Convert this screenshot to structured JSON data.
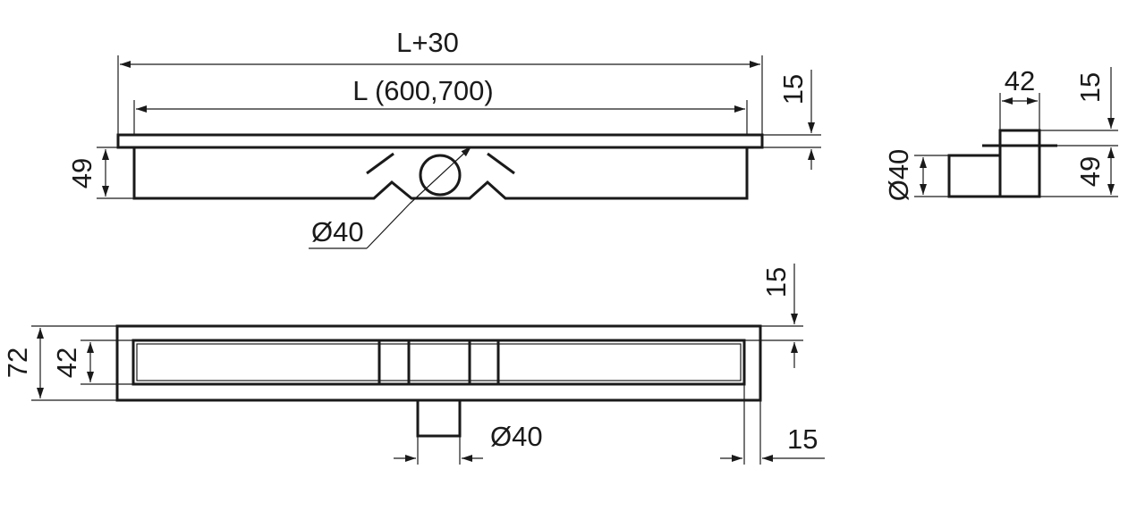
{
  "labels": {
    "overall_length": "L+30",
    "length": "L (600,700)",
    "top_flange": "15",
    "height": "49",
    "outlet_diameter": "Ø40",
    "side_width": "42",
    "side_flange": "15",
    "side_height": "49",
    "side_outlet_diameter": "Ø40",
    "plan_flange_vertical": "15",
    "plan_outer_width": "72",
    "plan_inner_width": "42",
    "plan_outlet_diameter": "Ø40",
    "plan_flange_horizontal": "15"
  }
}
